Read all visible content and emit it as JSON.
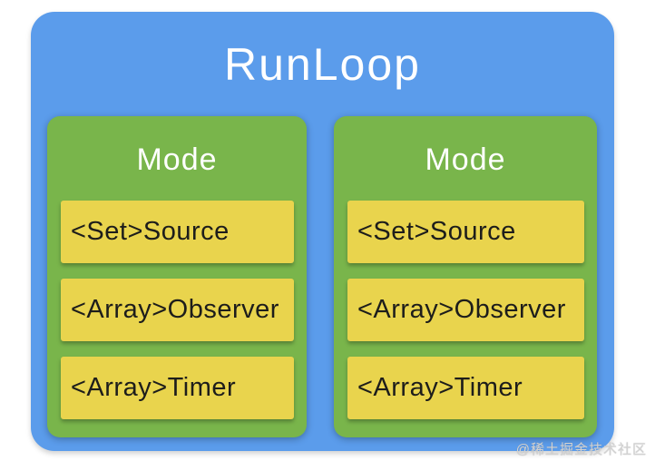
{
  "diagram": {
    "title": "RunLoop",
    "modes": [
      {
        "title": "Mode",
        "items": [
          "<Set>Source",
          "<Array>Observer",
          "<Array>Timer"
        ]
      },
      {
        "title": "Mode",
        "items": [
          "<Set>Source",
          "<Array>Observer",
          "<Array>Timer"
        ]
      }
    ],
    "colors": {
      "page_bg": "#ffffff",
      "runloop_bg": "#5b9ceb",
      "mode_bg": "#79b54b",
      "item_bg": "#e9d44d",
      "heading_text": "#ffffff",
      "item_text": "#1d1d1b"
    }
  },
  "watermark": "@稀土掘金技术社区"
}
